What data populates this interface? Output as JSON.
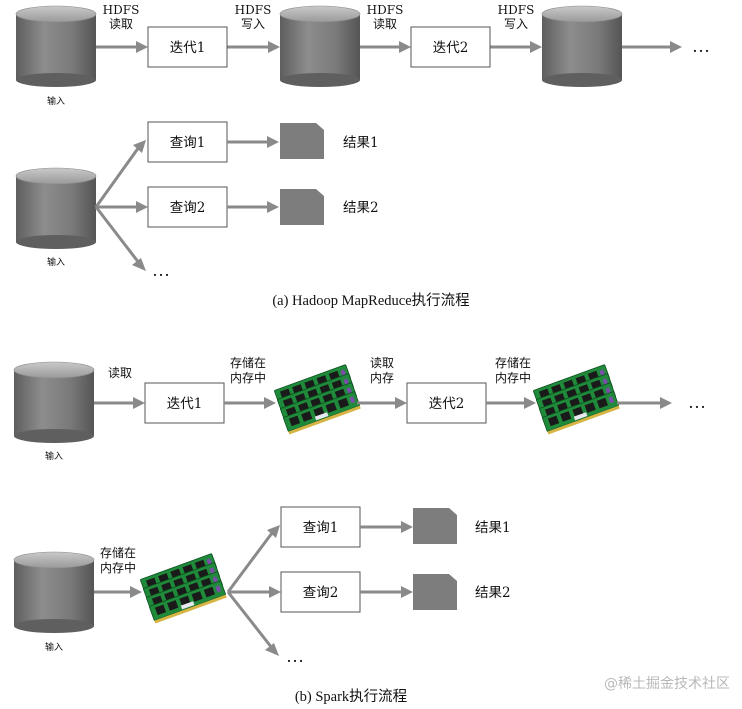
{
  "diagram_a": {
    "caption": "(a) Hadoop MapReduce执行流程",
    "input_label_1": "输入",
    "input_label_2": "输入",
    "hdfs_1": [
      "HDFS",
      "读取"
    ],
    "hdfs_2": [
      "HDFS",
      "写入"
    ],
    "hdfs_3": [
      "HDFS",
      "读取"
    ],
    "hdfs_4": [
      "HDFS",
      "写入"
    ],
    "iter_1": "迭代1",
    "iter_2": "迭代2",
    "more_1": "…",
    "query_1": "查询1",
    "query_2": "查询2",
    "result_1": "结果1",
    "result_2": "结果2",
    "more_2": "…"
  },
  "diagram_b": {
    "caption": "(b) Spark执行流程",
    "input_label_1": "输入",
    "input_label_2": "输入",
    "read_1": "读取",
    "store_1": [
      "存储在",
      "内存中"
    ],
    "read_mem": [
      "读取",
      "内存"
    ],
    "store_2": [
      "存储在",
      "内存中"
    ],
    "store_3": [
      "存储在",
      "内存中"
    ],
    "iter_1": "迭代1",
    "iter_2": "迭代2",
    "more_1": "…",
    "query_1": "查询1",
    "query_2": "查询2",
    "result_1": "结果1",
    "result_2": "结果2",
    "more_2": "…"
  },
  "watermark": "@稀土掘金技术社区",
  "colors": {
    "arrow": "#8a8a8a",
    "cylinder": "#7a7a7a",
    "result_block": "#7d7d7d",
    "ram_board": "#1f8a3a"
  }
}
